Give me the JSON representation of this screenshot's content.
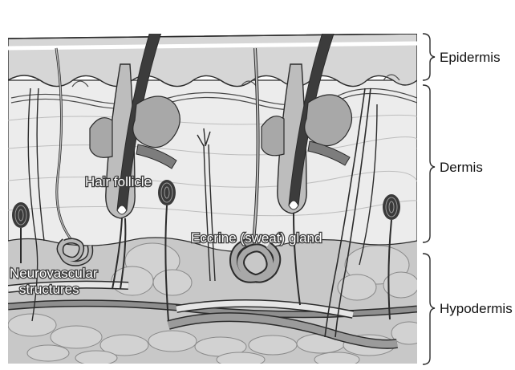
{
  "diagram": {
    "labels": {
      "epidermis": "Epidermis",
      "dermis": "Dermis",
      "hypodermis": "Hypodermis",
      "hair_follicle": "Hair follicle",
      "eccrine_gland": "Eccrine (sweat) gland",
      "neurovascular_line1": "Neurovascular",
      "neurovascular_line2": "structures"
    },
    "colors": {
      "outline": "#2b2b2b",
      "epidermis_fill": "#d6d6d6",
      "dermis_fill": "#ececec",
      "hypodermis_fill": "#c9c9c9",
      "hair_shaft": "#3c3c3c",
      "gland_fill": "#a8a8a8",
      "vessel_fill": "#8f8f8f"
    }
  }
}
